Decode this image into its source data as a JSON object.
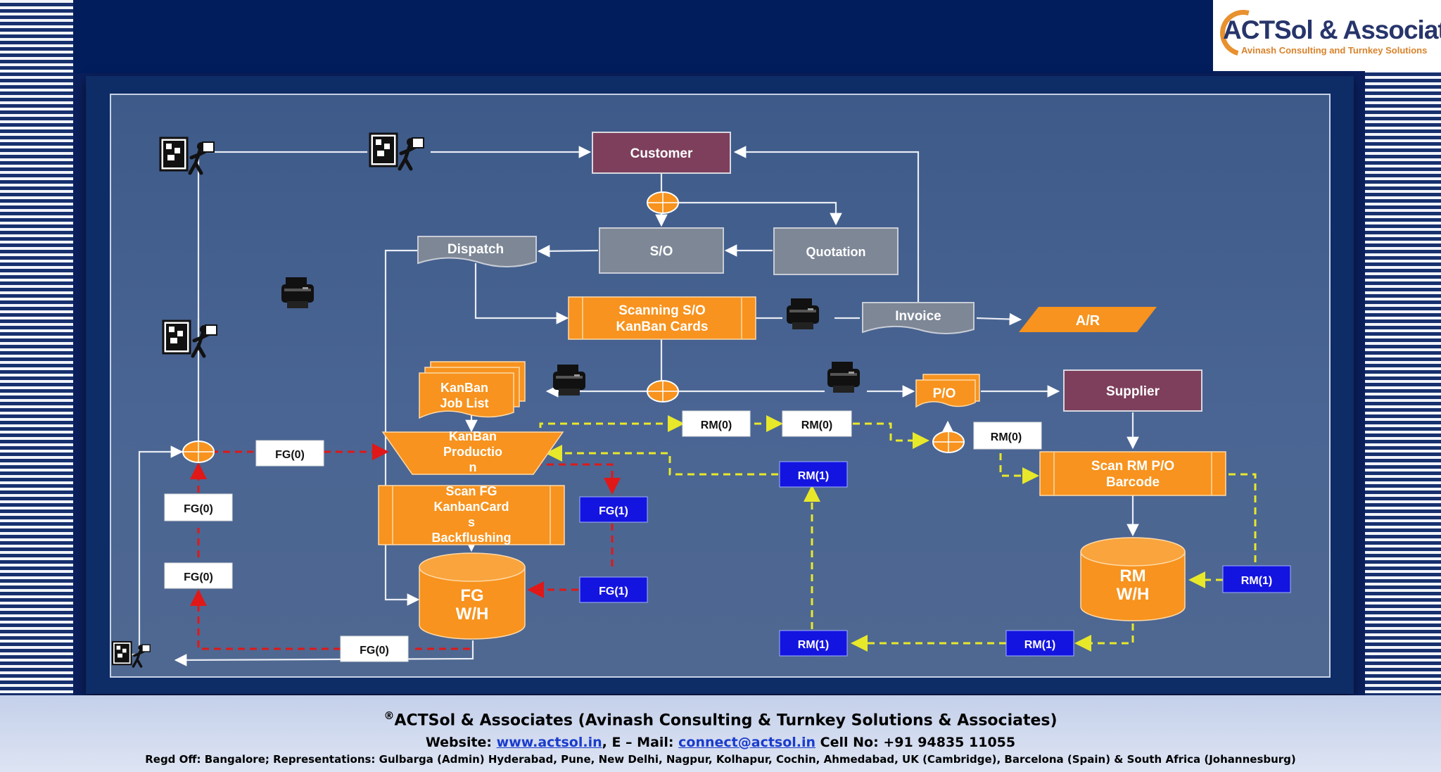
{
  "logo": {
    "title": "ACTSol & Associates",
    "subtitle": "Avinash Consulting and Turnkey Solutions"
  },
  "diagram": {
    "customer": "Customer",
    "so": "S/O",
    "quotation": "Quotation",
    "dispatch": "Dispatch",
    "invoice": "Invoice",
    "ar": "A/R",
    "scanning_so": [
      "Scanning S/O",
      "KanBan Cards"
    ],
    "kanban_job_list": [
      "KanBan",
      "Job List"
    ],
    "kanban_production": [
      "KanBan",
      "Productio",
      "n"
    ],
    "scan_fg": [
      "Scan FG",
      "KanbanCard",
      "s",
      "Backflushing"
    ],
    "fg_wh": [
      "FG",
      "W/H"
    ],
    "po": "P/O",
    "supplier": "Supplier",
    "scan_rm": [
      "Scan RM P/O",
      "Barcode"
    ],
    "rm_wh": [
      "RM",
      "W/H"
    ],
    "rm0": "RM(0)",
    "rm1": "RM(1)",
    "fg0": "FG(0)",
    "fg1": "FG(1)"
  },
  "colors": {
    "orange": "#f7931e",
    "maroon": "#7d3f5c",
    "grey": "#7d8796",
    "blue_card": "#1414e0",
    "red_flow": "#e01818",
    "yellow_flow": "#e8e82a"
  },
  "footer": {
    "title": "ACTSol & Associates (Avinash Consulting & Turnkey Solutions & Associates)",
    "registered": "®",
    "website_label": "Website:",
    "website": "www.actsol.in",
    "email_label": ",  E – Mail:",
    "email": "connect@actsol.in",
    "cell": " Cell No: +91 94835 11055",
    "offices": "Regd Off: Bangalore; Representations: Gulbarga (Admin) Hyderabad, Pune, New Delhi, Nagpur, Kolhapur, Cochin, Ahmedabad, UK (Cambridge), Barcelona (Spain) & South Africa (Johannesburg)"
  }
}
